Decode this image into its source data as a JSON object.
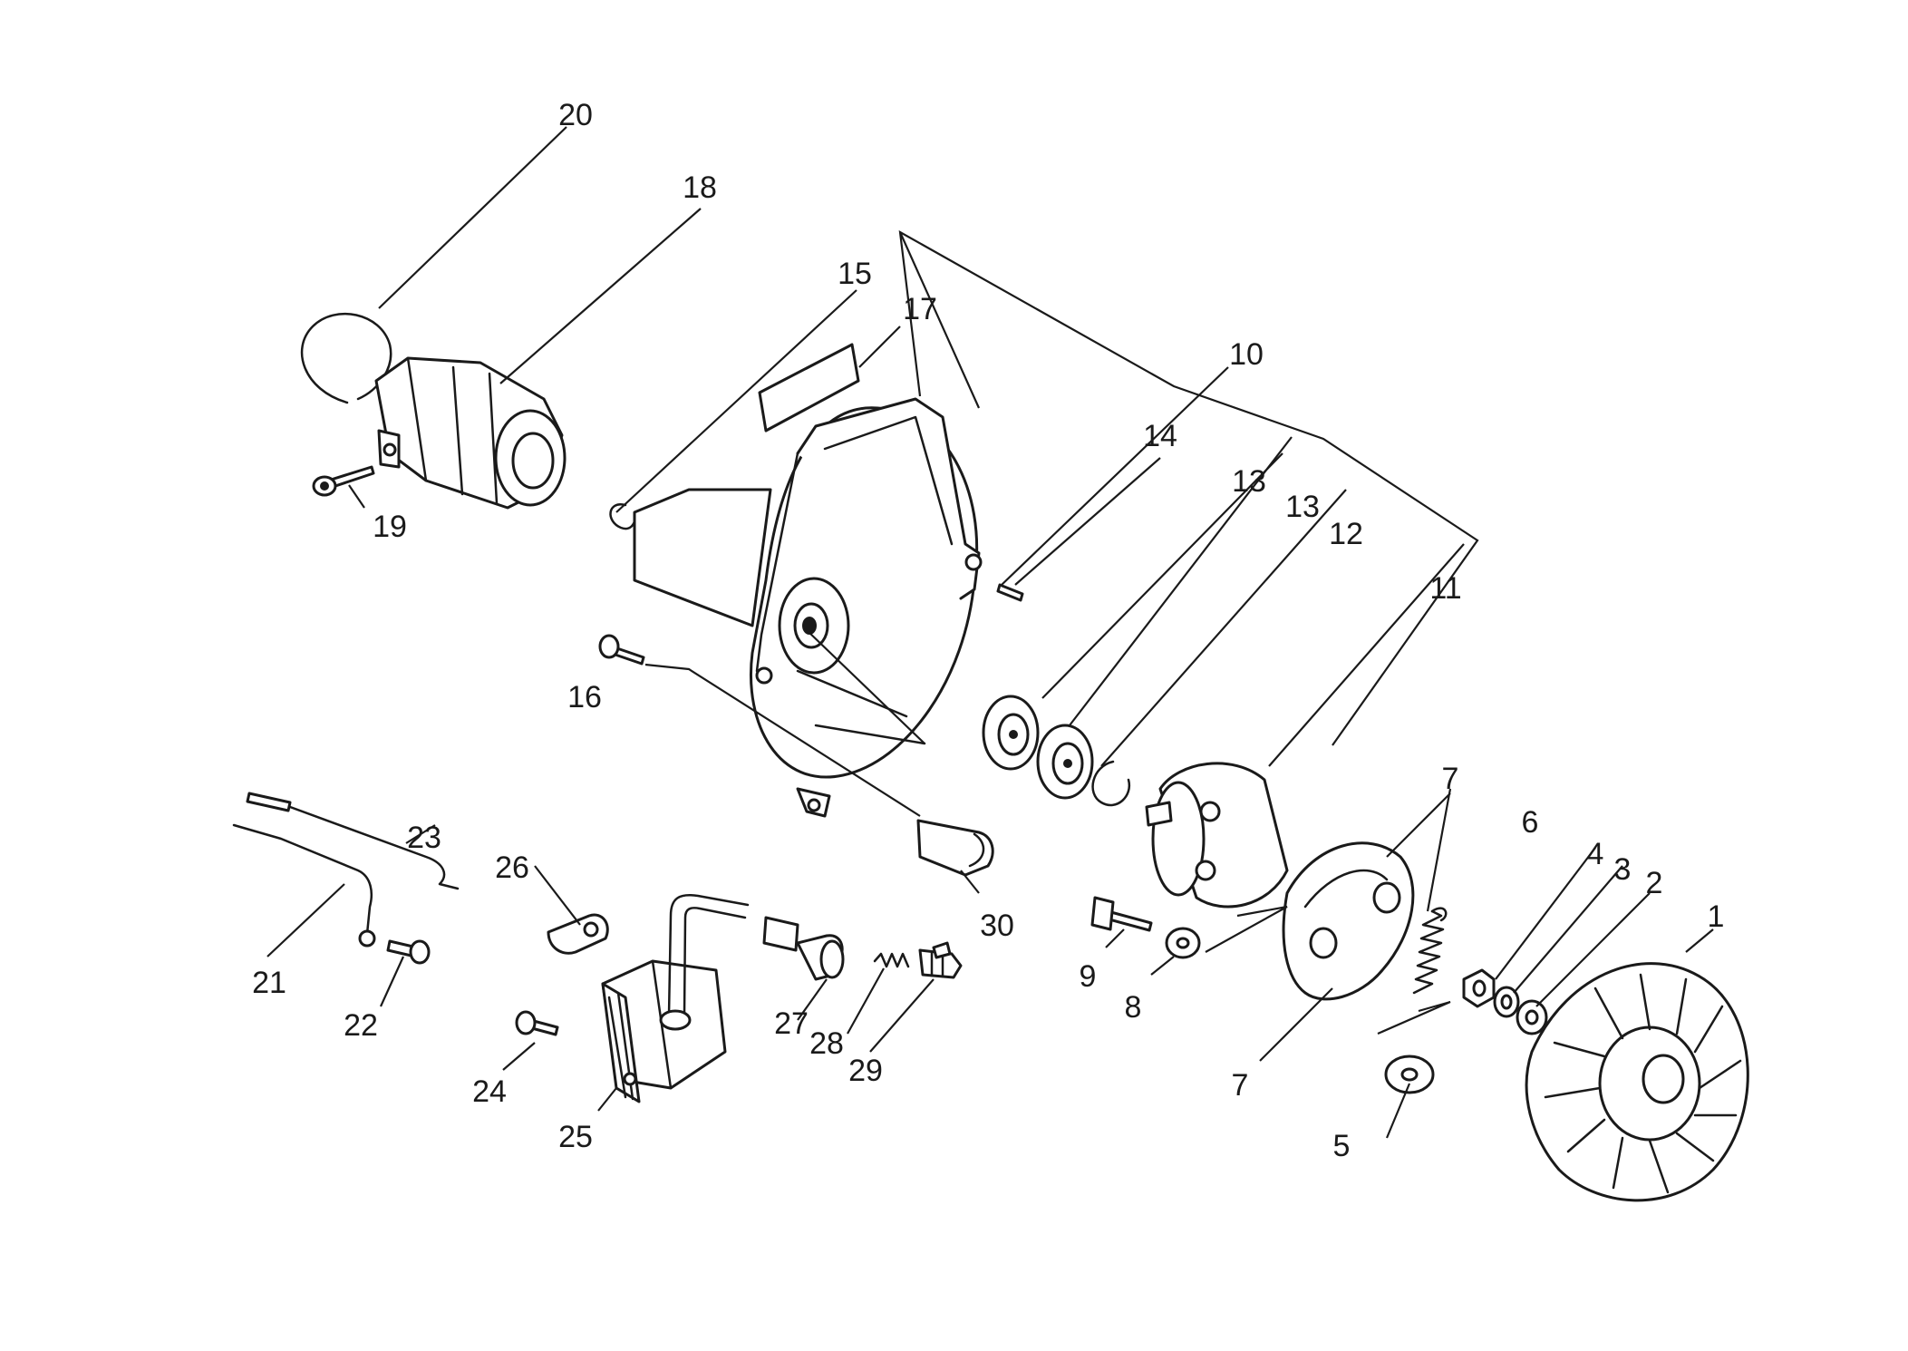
{
  "callouts": [
    {
      "id": "c20",
      "text": "20"
    },
    {
      "id": "c18",
      "text": "18"
    },
    {
      "id": "c15",
      "text": "15"
    },
    {
      "id": "c17",
      "text": "17"
    },
    {
      "id": "c10",
      "text": "10"
    },
    {
      "id": "c14",
      "text": "14"
    },
    {
      "id": "c13a",
      "text": "13"
    },
    {
      "id": "c13b",
      "text": "13"
    },
    {
      "id": "c12",
      "text": "12"
    },
    {
      "id": "c11",
      "text": "11"
    },
    {
      "id": "c19",
      "text": "19"
    },
    {
      "id": "c16",
      "text": "16"
    },
    {
      "id": "c23",
      "text": "23"
    },
    {
      "id": "c26",
      "text": "26"
    },
    {
      "id": "c30",
      "text": "30"
    },
    {
      "id": "c7a",
      "text": "7"
    },
    {
      "id": "c6",
      "text": "6"
    },
    {
      "id": "c4",
      "text": "4"
    },
    {
      "id": "c3",
      "text": "3"
    },
    {
      "id": "c2",
      "text": "2"
    },
    {
      "id": "c1",
      "text": "1"
    },
    {
      "id": "c21",
      "text": "21"
    },
    {
      "id": "c22",
      "text": "22"
    },
    {
      "id": "c24",
      "text": "24"
    },
    {
      "id": "c25",
      "text": "25"
    },
    {
      "id": "c27",
      "text": "27"
    },
    {
      "id": "c28",
      "text": "28"
    },
    {
      "id": "c29",
      "text": "29"
    },
    {
      "id": "c9",
      "text": "9"
    },
    {
      "id": "c8",
      "text": "8"
    },
    {
      "id": "c7b",
      "text": "7"
    },
    {
      "id": "c5",
      "text": "5"
    }
  ]
}
